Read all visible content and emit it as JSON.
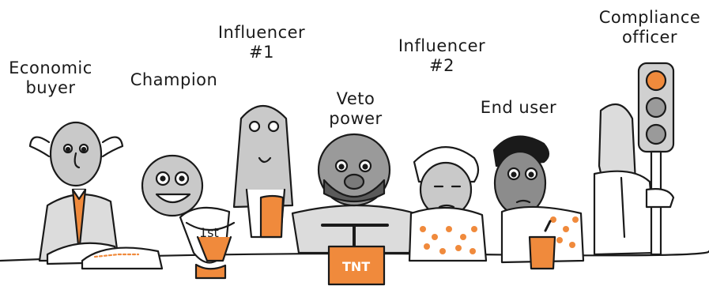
{
  "roles": {
    "economic_buyer": "Economic\nbuyer",
    "champion": "Champion",
    "influencer_1": "Influencer\n#1",
    "veto_power": "Veto\npower",
    "influencer_2": "Influencer\n#2",
    "end_user": "End user",
    "compliance_officer": "Compliance\nofficer"
  },
  "props": {
    "trophy_text": "1st",
    "detonator_text": "TNT"
  },
  "colors": {
    "accent_orange": "#f08a3c",
    "ink": "#1a1a1a",
    "skin_gray": "#c9c9c9",
    "dark_gray": "#8c8c8c"
  }
}
